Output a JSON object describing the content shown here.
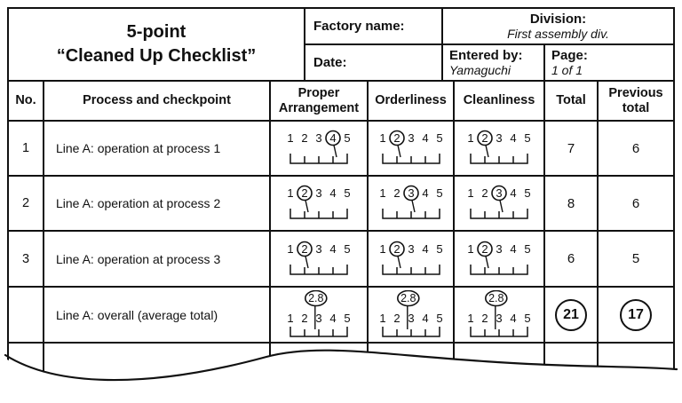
{
  "header": {
    "title_line1": "5-point",
    "title_line2": "“Cleaned Up Checklist”",
    "factory_name_label": "Factory name:",
    "division_label": "Division:",
    "division_value": "First assembly div.",
    "date_label": "Date:",
    "entered_by_label": "Entered by:",
    "entered_by_value": "Yamaguchi",
    "page_label": "Page:",
    "page_value": "1 of 1"
  },
  "table": {
    "columns": [
      "No.",
      "Process and checkpoint",
      "Proper Arrangement",
      "Orderliness",
      "Cleanliness",
      "Total",
      "Previous total"
    ],
    "scale_numbers": [
      1,
      2,
      3,
      4,
      5
    ],
    "rows": [
      {
        "no": "1",
        "process": "Line A: operation at process 1",
        "proper_arrangement": 4,
        "orderliness": 2,
        "cleanliness": 2,
        "total": "7",
        "previous_total": "6"
      },
      {
        "no": "2",
        "process": "Line A: operation at process 2",
        "proper_arrangement": 2,
        "orderliness": 3,
        "cleanliness": 3,
        "total": "8",
        "previous_total": "6"
      },
      {
        "no": "3",
        "process": "Line A: operation at process 3",
        "proper_arrangement": 2,
        "orderliness": 2,
        "cleanliness": 2,
        "total": "6",
        "previous_total": "5"
      }
    ],
    "overall_row": {
      "process": "Line A: overall (average total)",
      "proper_arrangement": 2.8,
      "orderliness": 2.8,
      "cleanliness": 2.8,
      "total": "21",
      "previous_total": "17"
    }
  }
}
